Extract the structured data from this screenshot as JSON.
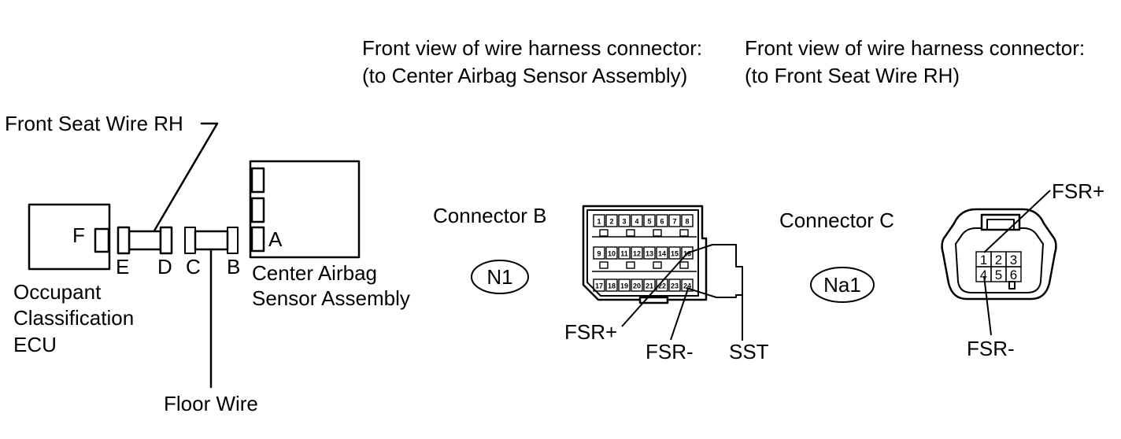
{
  "headers": {
    "connector_b_title": [
      "Front view of wire harness connector:",
      "(to Center Airbag Sensor Assembly)"
    ],
    "connector_c_title": [
      "Front view of wire harness connector:",
      "(to Front Seat Wire RH)"
    ]
  },
  "wiring": {
    "front_seat_wire": "Front Seat Wire RH",
    "floor_wire": "Floor Wire",
    "occupant_ecu": [
      "Occupant",
      "Classification",
      "ECU"
    ],
    "center_sensor": [
      "Center Airbag",
      "Sensor Assembly"
    ],
    "connector_letters": {
      "f": "F",
      "e": "E",
      "d": "D",
      "c": "C",
      "b": "B",
      "a": "A"
    }
  },
  "connector_b": {
    "label": "Connector B",
    "code": "N1",
    "pins": [
      "1",
      "2",
      "3",
      "4",
      "5",
      "6",
      "7",
      "8",
      "9",
      "10",
      "11",
      "12",
      "13",
      "14",
      "15",
      "16",
      "17",
      "18",
      "19",
      "20",
      "21",
      "22",
      "23",
      "24"
    ],
    "labels": {
      "fsr_plus": "FSR+",
      "fsr_minus": "FSR-",
      "sst": "SST"
    }
  },
  "connector_c": {
    "label": "Connector C",
    "code": "Na1",
    "pins": [
      "1",
      "2",
      "3",
      "4",
      "5",
      "6"
    ],
    "labels": {
      "fsr_plus": "FSR+",
      "fsr_minus": "FSR-"
    }
  }
}
